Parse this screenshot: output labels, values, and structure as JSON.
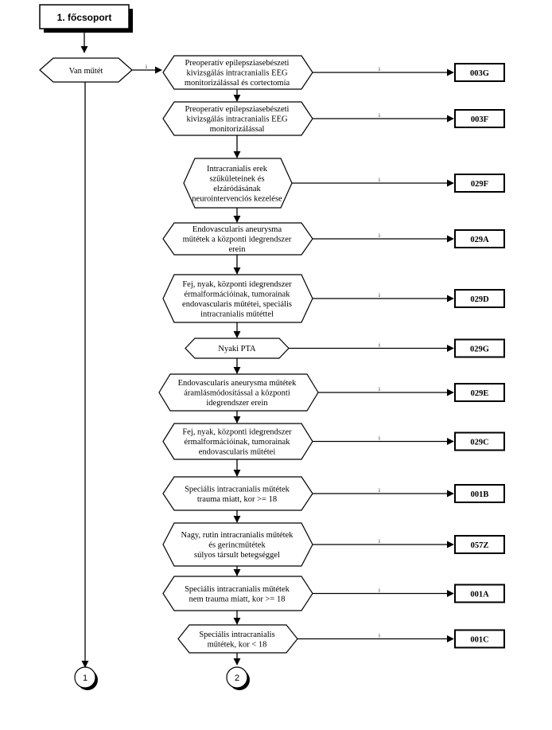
{
  "title": "1. főcsoport",
  "start_decision": "Van műtét",
  "decisions": [
    {
      "lines": [
        "Preoperatív epilepsziasebészeti",
        "kivizsgálás intracranialis EEG",
        "monitorizálással és cortectomia"
      ],
      "code": "003G"
    },
    {
      "lines": [
        "Preoperatív epilepsziasebészeti",
        "kivizsgálás intracranialis EEG",
        "monitorizálással"
      ],
      "code": "003F"
    },
    {
      "lines": [
        "Intracranialis erek",
        "szűkületeinek és",
        "elzáródásának",
        "neurointervenciós kezelése"
      ],
      "code": "029F"
    },
    {
      "lines": [
        "Endovascularis aneurysma",
        "műtétek a központi idegrendszer",
        "erein"
      ],
      "code": "029A"
    },
    {
      "lines": [
        "Fej, nyak, központi idegrendszer",
        "érmalformációinak, tumorainak",
        "endovascularis műtétei, speciális",
        "intracranialis műtéttel"
      ],
      "code": "029D"
    },
    {
      "lines": [
        "Nyaki PTA"
      ],
      "code": "029G"
    },
    {
      "lines": [
        "Endovascularis aneurysma műtétek",
        "áramlásmódosítással a központi",
        "idegrendszer erein"
      ],
      "code": "029E"
    },
    {
      "lines": [
        "Fej, nyak, központi idegrendszer",
        "érmalformációinak, tumorainak",
        "endovascularis műtétei"
      ],
      "code": "029C"
    },
    {
      "lines": [
        "Speciális intracranialis műtétek",
        "trauma miatt, kor >= 18"
      ],
      "code": "001B"
    },
    {
      "lines": [
        "Nagy, rutin intracranialis műtétek",
        "és gerincműtétek",
        "súlyos társult betegséggel"
      ],
      "code": "057Z"
    },
    {
      "lines": [
        "Speciális intracranialis műtétek",
        "nem trauma miatt, kor >= 18"
      ],
      "code": "001A"
    },
    {
      "lines": [
        "Speciális intracranialis",
        "műtétek, kor < 18"
      ],
      "code": "001C"
    }
  ],
  "yes_label": "i",
  "connectors": [
    "1",
    "2"
  ],
  "colors": {
    "stroke": "#000000",
    "fill": "#ffffff",
    "shadow": "#000000"
  }
}
